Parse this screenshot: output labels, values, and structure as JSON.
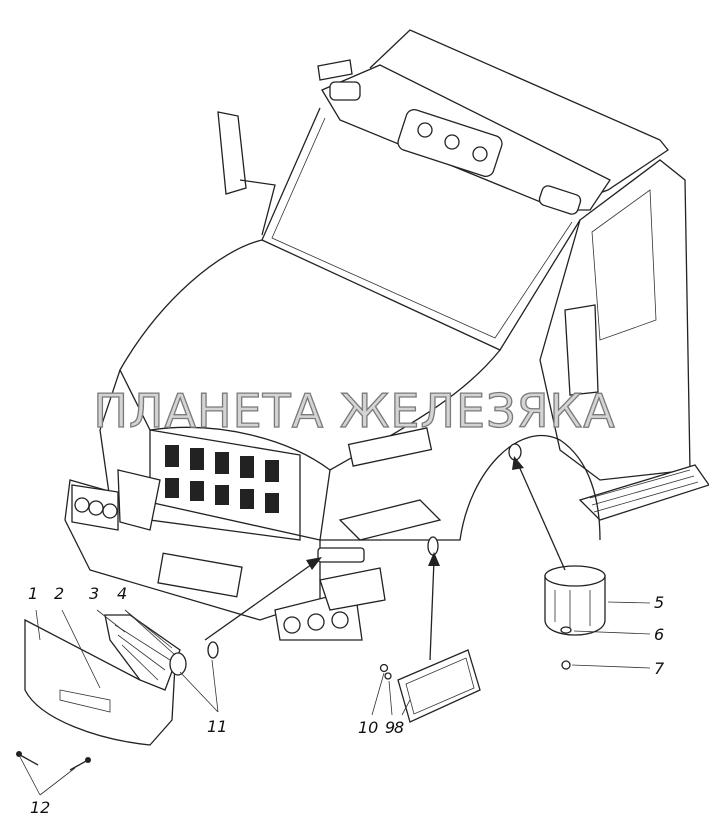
{
  "diagram": {
    "watermark": "ПЛАНЕТА ЖЕЛЕЗЯКА",
    "callouts": [
      {
        "id": "c1",
        "label": "1"
      },
      {
        "id": "c2",
        "label": "2"
      },
      {
        "id": "c3",
        "label": "3"
      },
      {
        "id": "c4",
        "label": "4"
      },
      {
        "id": "c5",
        "label": "5"
      },
      {
        "id": "c6",
        "label": "6"
      },
      {
        "id": "c7",
        "label": "7"
      },
      {
        "id": "c8",
        "label": "8"
      },
      {
        "id": "c9",
        "label": "9"
      },
      {
        "id": "c10",
        "label": "10"
      },
      {
        "id": "c11",
        "label": "11"
      },
      {
        "id": "c12",
        "label": "12"
      }
    ]
  }
}
